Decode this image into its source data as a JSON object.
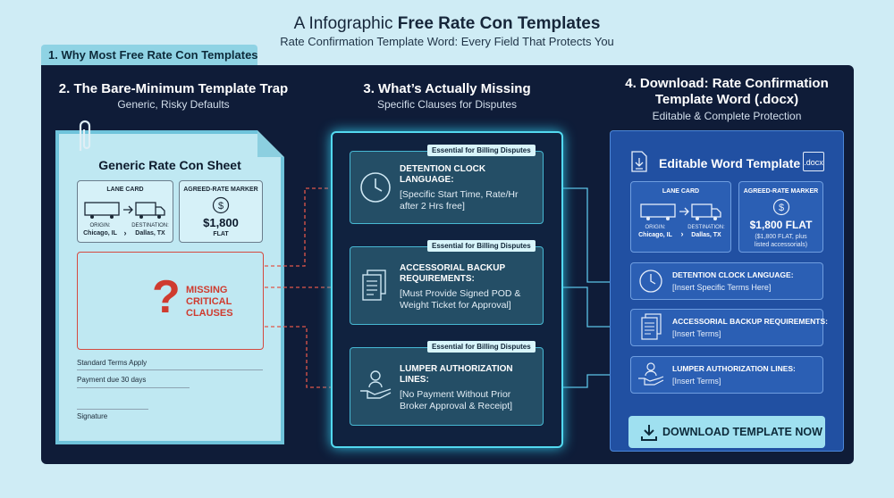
{
  "header": {
    "title_prefix": "A Infographic ",
    "title_bold": "Free Rate Con Templates",
    "subtitle": "Rate Confirmation Template Word: Every Field That Protects You"
  },
  "tab_label": "1. Why Most Free Rate Con Templates",
  "columns": [
    {
      "heading": "2. The Bare-Minimum Template Trap",
      "sub": "Generic, Risky Defaults"
    },
    {
      "heading": "3. What’s Actually Missing",
      "sub": "Specific Clauses for Disputes"
    },
    {
      "heading_line1": "4. Download: Rate Confirmation",
      "heading_line2": "Template Word (.docx)",
      "sub": "Editable & Complete Protection"
    }
  ],
  "generic_sheet": {
    "title": "Generic Rate Con Sheet",
    "lane_card": {
      "title": "LANE CARD",
      "origin_label": "ORIGIN:",
      "origin": "Chicago, IL",
      "dest_label": "DESTINATION:",
      "dest": "Dallas, TX"
    },
    "rate_card": {
      "title": "AGREED-RATE MARKER",
      "amount": "$1,800",
      "unit": "FLAT"
    },
    "missing_line1": "MISSING",
    "missing_line2": "CRITICAL",
    "missing_line3": "CLAUSES",
    "terms_1": "Standard Terms Apply",
    "terms_2": "Payment due 30 days",
    "signature": "Signature"
  },
  "missing_items": [
    {
      "badge": "Essential for Billing Disputes",
      "title_1": "DETENTION CLOCK",
      "title_2": "LANGUAGE:",
      "body_1": "[Specific Start Time, Rate/Hr",
      "body_2": "after 2 Hrs free]",
      "icon": "clock-icon"
    },
    {
      "badge": "Essential for Billing Disputes",
      "title_1": "ACCESSORIAL BACKUP",
      "title_2": "REQUIREMENTS:",
      "body_1": "[Must Provide Signed POD &",
      "body_2": "Weight Ticket for Approval]",
      "icon": "documents-icon"
    },
    {
      "badge": "Essential for Billing Disputes",
      "title_1": "LUMPER AUTHORIZATION",
      "title_2": "LINES:",
      "body_1": "[No Payment Without Prior",
      "body_2": "Broker Approval & Receipt]",
      "icon": "hand-person-icon"
    }
  ],
  "word_template": {
    "title": "Editable Word Template",
    "ext": ".docx",
    "lane_card": {
      "title": "LANE CARD",
      "origin_label": "ORIGIN:",
      "origin": "Chicago, IL",
      "dest_label": "DESTINATION:",
      "dest": "Dallas, TX"
    },
    "rate_card": {
      "title": "AGREED-RATE MARKER",
      "amount": "$1,800 FLAT",
      "note_1": "($1,800 FLAT, plus",
      "note_2": "listed accessorials)"
    },
    "fields": [
      {
        "title": "DETENTION CLOCK LANGUAGE:",
        "body": "[Insert Specific Terms Here]"
      },
      {
        "title": "ACCESSORIAL BACKUP REQUIREMENTS:",
        "body": "[Insert Terms]"
      },
      {
        "title": "LUMPER AUTHORIZATION LINES:",
        "body": "[Insert Terms]"
      }
    ],
    "download_label": "DOWNLOAD TEMPLATE NOW"
  },
  "colors": {
    "background": "#cfecf5",
    "board": "#0f1c38",
    "accent_cyan": "#53d9f0",
    "missing_red": "#cf3b2f",
    "word_blue": "#2150a2"
  }
}
